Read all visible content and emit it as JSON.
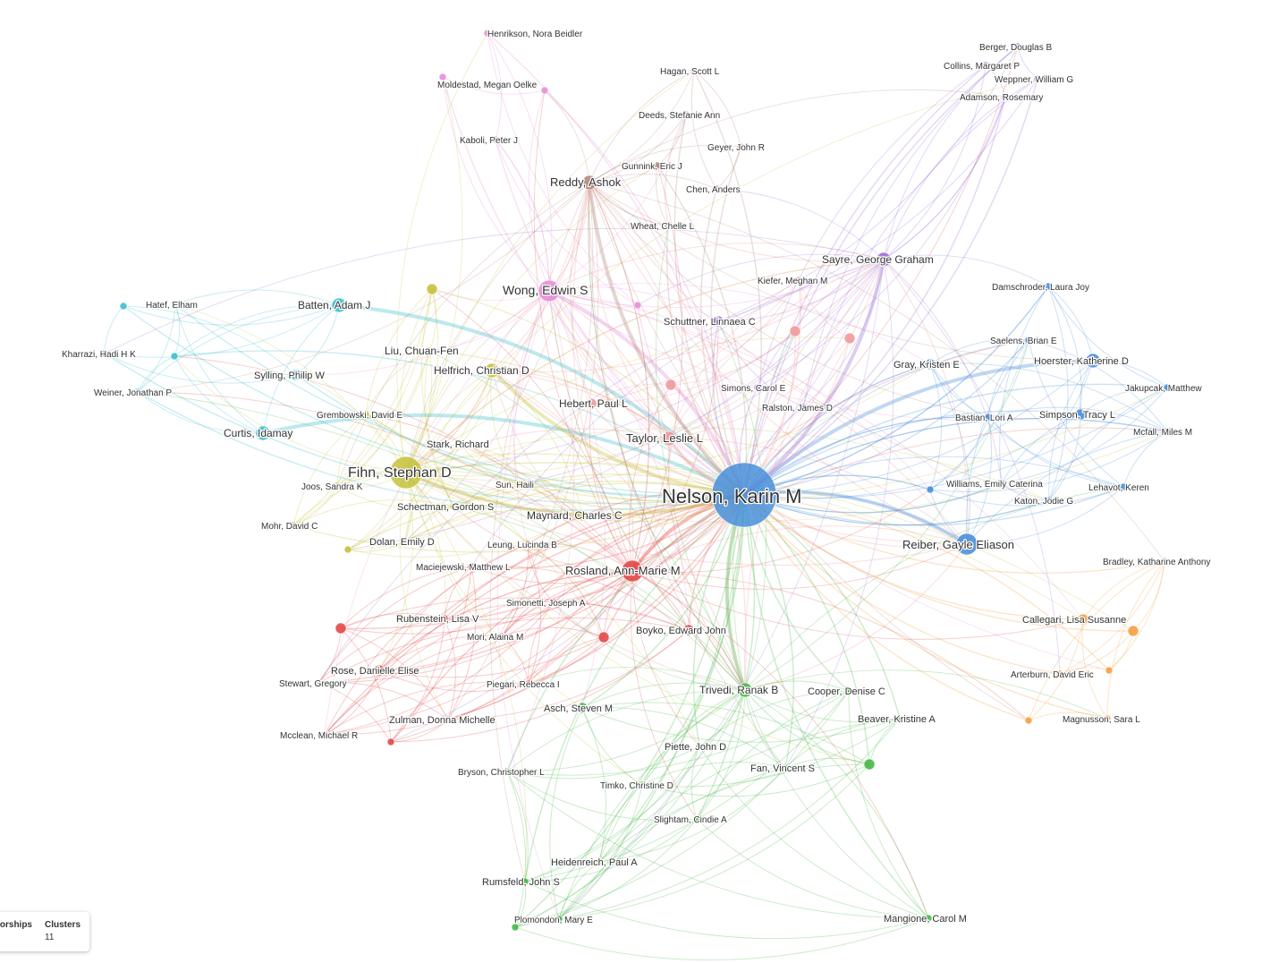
{
  "stats": {
    "authorships_label": "Authorships",
    "authorships_value": "",
    "clusters_label": "Clusters",
    "clusters_value": "11"
  },
  "clusters": {
    "blue": "#4a90d9",
    "cyan": "#3cc0cf",
    "yellow": "#c6c13a",
    "pink": "#e58fd9",
    "brown": "#b5887a",
    "purple": "#9b6fd6",
    "salmon": "#f09a9a",
    "red": "#e34848",
    "green": "#45b845",
    "orange": "#f5a143"
  },
  "network": {
    "nodes": [
      {
        "id": "nelson",
        "label": "Nelson, Karin M",
        "cluster": "blue",
        "weight": 10
      },
      {
        "id": "reiber",
        "label": "Reiber, Gayle Eliason",
        "cluster": "blue",
        "weight": 4
      },
      {
        "id": "hoerster",
        "label": "Hoerster, Katherine D",
        "cluster": "blue",
        "weight": 3
      },
      {
        "id": "gray",
        "label": "Gray, Kristen E",
        "cluster": "blue",
        "weight": 2
      },
      {
        "id": "damschroder",
        "label": "Damschroder, Laura Joy",
        "cluster": "blue",
        "weight": 1
      },
      {
        "id": "saelens",
        "label": "Saelens, Brian E",
        "cluster": "blue",
        "weight": 1
      },
      {
        "id": "jakupcak",
        "label": "Jakupcak, Matthew",
        "cluster": "blue",
        "weight": 1
      },
      {
        "id": "bastian",
        "label": "Bastian, Lori A",
        "cluster": "blue",
        "weight": 1
      },
      {
        "id": "simpson",
        "label": "Simpson, Tracy L",
        "cluster": "blue",
        "weight": 2
      },
      {
        "id": "mcfall",
        "label": "Mcfall, Miles M",
        "cluster": "blue",
        "weight": 1
      },
      {
        "id": "williams",
        "label": "Williams, Emily Caterina",
        "cluster": "blue",
        "weight": 1
      },
      {
        "id": "lehavot",
        "label": "Lehavot, Keren",
        "cluster": "blue",
        "weight": 1
      },
      {
        "id": "katon",
        "label": "Katon, Jodie G",
        "cluster": "blue",
        "weight": 1
      },
      {
        "id": "blue_u1",
        "label": "",
        "cluster": "blue",
        "weight": 1
      },
      {
        "id": "batten",
        "label": "Batten, Adam J",
        "cluster": "cyan",
        "weight": 3
      },
      {
        "id": "hatef",
        "label": "Hatef, Elham",
        "cluster": "cyan",
        "weight": 1
      },
      {
        "id": "kharrazi",
        "label": "Kharrazi, Hadi H K",
        "cluster": "cyan",
        "weight": 1
      },
      {
        "id": "weiner",
        "label": "Weiner, Jonathan P",
        "cluster": "cyan",
        "weight": 1
      },
      {
        "id": "sylling",
        "label": "Sylling, Philip W",
        "cluster": "cyan",
        "weight": 2
      },
      {
        "id": "curtis",
        "label": "Curtis, Idamay",
        "cluster": "cyan",
        "weight": 3
      },
      {
        "id": "cyan_u1",
        "label": "",
        "cluster": "cyan",
        "weight": 1
      },
      {
        "id": "cyan_u2",
        "label": "",
        "cluster": "cyan",
        "weight": 1
      },
      {
        "id": "fihn",
        "label": "Fihn, Stephan D",
        "cluster": "yellow",
        "weight": 6
      },
      {
        "id": "liu",
        "label": "Liu, Chuan-Fen",
        "cluster": "yellow",
        "weight": 1
      },
      {
        "id": "helfrich",
        "label": "Helfrich, Christian D",
        "cluster": "yellow",
        "weight": 3
      },
      {
        "id": "grembowski",
        "label": "Grembowski, David E",
        "cluster": "yellow",
        "weight": 1
      },
      {
        "id": "stark",
        "label": "Stark, Richard",
        "cluster": "yellow",
        "weight": 1
      },
      {
        "id": "joos",
        "label": "Joos, Sandra K",
        "cluster": "yellow",
        "weight": 1
      },
      {
        "id": "sun",
        "label": "Sun, Haili",
        "cluster": "yellow",
        "weight": 1
      },
      {
        "id": "schectman",
        "label": "Schectman, Gordon S",
        "cluster": "yellow",
        "weight": 1
      },
      {
        "id": "maynard",
        "label": "Maynard, Charles C",
        "cluster": "yellow",
        "weight": 2
      },
      {
        "id": "mohr",
        "label": "Mohr, David C",
        "cluster": "yellow",
        "weight": 1
      },
      {
        "id": "dolan",
        "label": "Dolan, Emily D",
        "cluster": "yellow",
        "weight": 1
      },
      {
        "id": "yellow_u1",
        "label": "",
        "cluster": "yellow",
        "weight": 2
      },
      {
        "id": "yellow_u2",
        "label": "",
        "cluster": "yellow",
        "weight": 1
      },
      {
        "id": "wong",
        "label": "Wong, Edwin S",
        "cluster": "pink",
        "weight": 4
      },
      {
        "id": "henrikson",
        "label": "Henrikson, Nora Beidler",
        "cluster": "pink",
        "weight": 1
      },
      {
        "id": "moldestad",
        "label": "Moldestad, Megan Oelke",
        "cluster": "pink",
        "weight": 1
      },
      {
        "id": "kaboli",
        "label": "Kaboli, Peter J",
        "cluster": "pink",
        "weight": 1
      },
      {
        "id": "pink_u1",
        "label": "",
        "cluster": "pink",
        "weight": 1
      },
      {
        "id": "pink_u2",
        "label": "",
        "cluster": "pink",
        "weight": 1
      },
      {
        "id": "reddy",
        "label": "Reddy, Ashok",
        "cluster": "brown",
        "weight": 3
      },
      {
        "id": "hagan",
        "label": "Hagan, Scott L",
        "cluster": "brown",
        "weight": 1
      },
      {
        "id": "deeds",
        "label": "Deeds, Stefanie Ann",
        "cluster": "brown",
        "weight": 1
      },
      {
        "id": "geyer",
        "label": "Geyer, John R",
        "cluster": "brown",
        "weight": 1
      },
      {
        "id": "gunnink",
        "label": "Gunnink, Eric J",
        "cluster": "brown",
        "weight": 1
      },
      {
        "id": "chen",
        "label": "Chen, Anders",
        "cluster": "brown",
        "weight": 1
      },
      {
        "id": "wheat",
        "label": "Wheat, Chelle L",
        "cluster": "brown",
        "weight": 1
      },
      {
        "id": "sayre",
        "label": "Sayre, George Graham",
        "cluster": "purple",
        "weight": 3
      },
      {
        "id": "berger",
        "label": "Berger, Douglas B",
        "cluster": "purple",
        "weight": 1
      },
      {
        "id": "collins",
        "label": "Collins, Margaret P",
        "cluster": "purple",
        "weight": 1
      },
      {
        "id": "weppner",
        "label": "Weppner, William G",
        "cluster": "purple",
        "weight": 1
      },
      {
        "id": "adamson",
        "label": "Adamson, Rosemary",
        "cluster": "purple",
        "weight": 1
      },
      {
        "id": "schuttner",
        "label": "Schuttner, Linnaea C",
        "cluster": "purple",
        "weight": 2
      },
      {
        "id": "simons",
        "label": "Simons, Carol E",
        "cluster": "purple",
        "weight": 1
      },
      {
        "id": "ralston",
        "label": "Ralston, James D",
        "cluster": "purple",
        "weight": 1
      },
      {
        "id": "kiefer",
        "label": "Kiefer, Meghan M",
        "cluster": "salmon",
        "weight": 1
      },
      {
        "id": "hebert",
        "label": "Hebert, Paul L",
        "cluster": "salmon",
        "weight": 2
      },
      {
        "id": "taylor",
        "label": "Taylor, Leslie L",
        "cluster": "salmon",
        "weight": 3
      },
      {
        "id": "salmon_u1",
        "label": "",
        "cluster": "salmon",
        "weight": 2
      },
      {
        "id": "salmon_u2",
        "label": "",
        "cluster": "salmon",
        "weight": 2
      },
      {
        "id": "salmon_u3",
        "label": "",
        "cluster": "salmon",
        "weight": 2
      },
      {
        "id": "rosland",
        "label": "Rosland, Ann-Marie M",
        "cluster": "red",
        "weight": 4
      },
      {
        "id": "leung",
        "label": "Leung, Lucinda B",
        "cluster": "red",
        "weight": 1
      },
      {
        "id": "maciejewski",
        "label": "Maciejewski, Matthew L",
        "cluster": "red",
        "weight": 1
      },
      {
        "id": "simonetti",
        "label": "Simonetti, Joseph A",
        "cluster": "red",
        "weight": 1
      },
      {
        "id": "rubenstein",
        "label": "Rubenstein, Lisa V",
        "cluster": "red",
        "weight": 1
      },
      {
        "id": "mori",
        "label": "Mori, Alaina M",
        "cluster": "red",
        "weight": 1
      },
      {
        "id": "boyko",
        "label": "Boyko, Edward John",
        "cluster": "red",
        "weight": 2
      },
      {
        "id": "rose",
        "label": "Rose, Danielle Elise",
        "cluster": "red",
        "weight": 2
      },
      {
        "id": "stewart",
        "label": "Stewart, Gregory",
        "cluster": "red",
        "weight": 1
      },
      {
        "id": "piegari",
        "label": "Piegari, Rebecca I",
        "cluster": "red",
        "weight": 1
      },
      {
        "id": "zulman",
        "label": "Zulman, Donna Michelle",
        "cluster": "red",
        "weight": 1
      },
      {
        "id": "mcclean",
        "label": "Mcclean, Michael R",
        "cluster": "red",
        "weight": 1
      },
      {
        "id": "red_u1",
        "label": "",
        "cluster": "red",
        "weight": 2
      },
      {
        "id": "red_u2",
        "label": "",
        "cluster": "red",
        "weight": 2
      },
      {
        "id": "red_u3",
        "label": "",
        "cluster": "red",
        "weight": 1
      },
      {
        "id": "trivedi",
        "label": "Trivedi, Ranak B",
        "cluster": "green",
        "weight": 3
      },
      {
        "id": "asch",
        "label": "Asch, Steven M",
        "cluster": "green",
        "weight": 2
      },
      {
        "id": "cooper",
        "label": "Cooper, Denise C",
        "cluster": "green",
        "weight": 1
      },
      {
        "id": "beaver",
        "label": "Beaver, Kristine A",
        "cluster": "green",
        "weight": 1
      },
      {
        "id": "piette",
        "label": "Piette, John D",
        "cluster": "green",
        "weight": 1
      },
      {
        "id": "fan",
        "label": "Fan, Vincent S",
        "cluster": "green",
        "weight": 1
      },
      {
        "id": "bryson",
        "label": "Bryson, Christopher L",
        "cluster": "green",
        "weight": 1
      },
      {
        "id": "timko",
        "label": "Timko, Christine D",
        "cluster": "green",
        "weight": 1
      },
      {
        "id": "slightam",
        "label": "Slightam, Cindie A",
        "cluster": "green",
        "weight": 1
      },
      {
        "id": "heidenreich",
        "label": "Heidenreich, Paul A",
        "cluster": "green",
        "weight": 1
      },
      {
        "id": "rumsfeld",
        "label": "Rumsfeld, John S",
        "cluster": "green",
        "weight": 1
      },
      {
        "id": "plomondon",
        "label": "Plomondon, Mary E",
        "cluster": "green",
        "weight": 1
      },
      {
        "id": "mangione",
        "label": "Mangione, Carol M",
        "cluster": "green",
        "weight": 1
      },
      {
        "id": "green_u1",
        "label": "",
        "cluster": "green",
        "weight": 2
      },
      {
        "id": "green_u2",
        "label": "",
        "cluster": "green",
        "weight": 1
      },
      {
        "id": "bradley",
        "label": "Bradley, Katharine Anthony",
        "cluster": "orange",
        "weight": 1
      },
      {
        "id": "callegari",
        "label": "Callegari, Lisa Susanne",
        "cluster": "orange",
        "weight": 2
      },
      {
        "id": "arterburn",
        "label": "Arterburn, David Eric",
        "cluster": "orange",
        "weight": 1
      },
      {
        "id": "magnusson",
        "label": "Magnusson, Sara L",
        "cluster": "orange",
        "weight": 1
      },
      {
        "id": "orange_u1",
        "label": "",
        "cluster": "orange",
        "weight": 2
      },
      {
        "id": "orange_u2",
        "label": "",
        "cluster": "orange",
        "weight": 1
      },
      {
        "id": "orange_u3",
        "label": "",
        "cluster": "orange",
        "weight": 1
      }
    ]
  }
}
